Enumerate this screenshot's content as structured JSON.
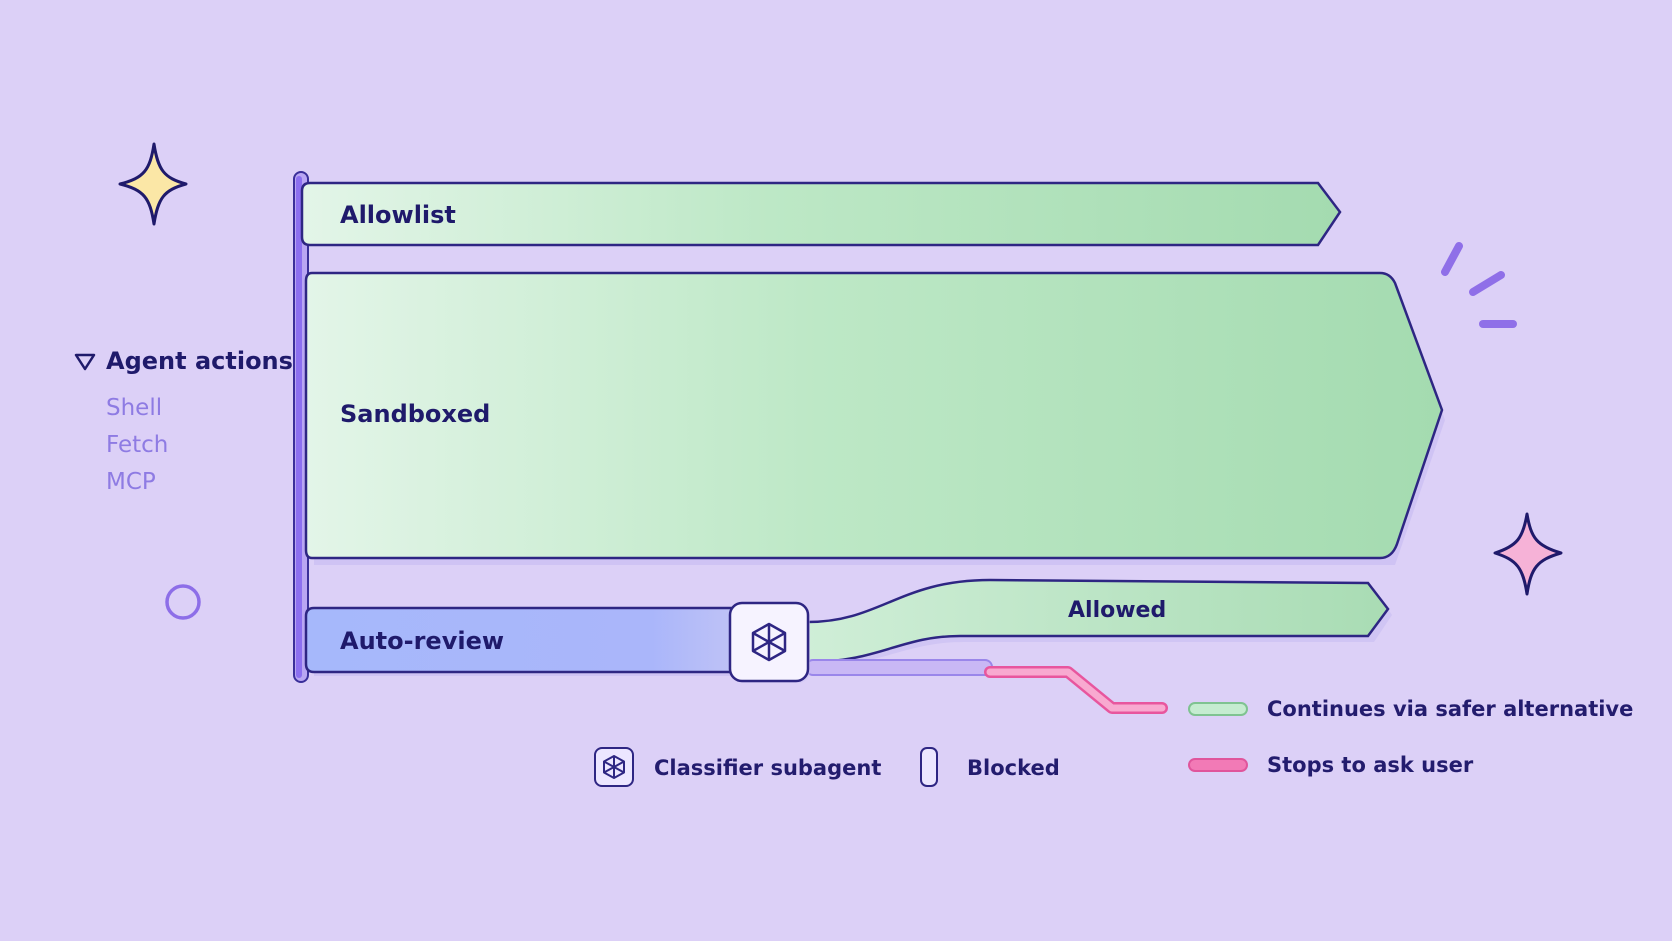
{
  "menu": {
    "title": "Agent actions",
    "items": [
      "Shell",
      "Fetch",
      "MCP"
    ]
  },
  "flows": {
    "allowlist": "Allowlist",
    "sandboxed": "Sandboxed",
    "auto_review": "Auto-review",
    "allowed": "Allowed"
  },
  "legend": {
    "classifier": "Classifier subagent",
    "blocked": "Blocked",
    "continues": "Continues via safer alternative",
    "stops": "Stops to ask user"
  },
  "icons": {
    "menu_toggle": "triangle-down-icon",
    "classifier": "cube-icon",
    "sparkle_yellow": "sparkle-icon",
    "sparkle_pink": "sparkle-icon",
    "circle": "circle-icon",
    "burst": "burst-lines-icon"
  },
  "colors": {
    "background": "#dcd0f7",
    "outline": "#2e2683",
    "green_light": "#e2f4e6",
    "green_dark": "#a6dcb2",
    "blue": "#a3b4fb",
    "pink": "#f27ab6",
    "purple": "#7b63e6"
  }
}
